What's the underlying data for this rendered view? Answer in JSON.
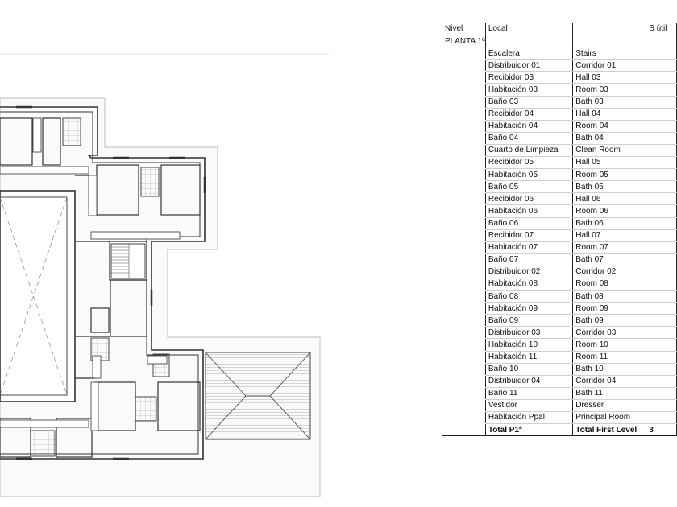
{
  "schedule": {
    "headers": {
      "level": "Nivel",
      "local": "Local",
      "translation": "",
      "area": "S útil"
    },
    "level_name": "PLANTA 1ª",
    "rows": [
      {
        "local": "Escalera",
        "translation": "Stairs"
      },
      {
        "local": "Distribuidor 01",
        "translation": "Corridor 01"
      },
      {
        "local": "Recibidor 03",
        "translation": "Hall 03"
      },
      {
        "local": "Habitación 03",
        "translation": "Room 03"
      },
      {
        "local": "Baño 03",
        "translation": "Bath 03"
      },
      {
        "local": "Recibidor 04",
        "translation": "Hall 04"
      },
      {
        "local": "Habitación 04",
        "translation": "Room 04"
      },
      {
        "local": "Baño 04",
        "translation": "Bath 04"
      },
      {
        "local": "Cuarto de Limpieza",
        "translation": "Clean Room"
      },
      {
        "local": "Recibidor 05",
        "translation": "Hall 05"
      },
      {
        "local": "Habitación 05",
        "translation": "Room 05"
      },
      {
        "local": "Baño 05",
        "translation": "Bath 05"
      },
      {
        "local": "Recibidor 06",
        "translation": "Hall 06"
      },
      {
        "local": "Habitación 06",
        "translation": "Room 06"
      },
      {
        "local": "Baño 06",
        "translation": "Bath 06"
      },
      {
        "local": "Recibidor 07",
        "translation": "Hall 07"
      },
      {
        "local": "Habitación 07",
        "translation": "Room 07"
      },
      {
        "local": "Baño 07",
        "translation": "Bath 07"
      },
      {
        "local": "Distribuidor 02",
        "translation": "Corridor 02"
      },
      {
        "local": "Habitación 08",
        "translation": "Room 08"
      },
      {
        "local": "Baño 08",
        "translation": "Bath 08"
      },
      {
        "local": "Habitación 09",
        "translation": "Room 09"
      },
      {
        "local": "Baño 09",
        "translation": "Bath 09"
      },
      {
        "local": "Distribuidor 03",
        "translation": "Corridor 03"
      },
      {
        "local": "Habitación 10",
        "translation": "Room 10"
      },
      {
        "local": "Habitación 11",
        "translation": "Room 11"
      },
      {
        "local": "Baño 10",
        "translation": "Bath 10"
      },
      {
        "local": "Distribuidor 04",
        "translation": "Corridor 04"
      },
      {
        "local": "Baño 11",
        "translation": "Bath 11"
      },
      {
        "local": "Vestidor",
        "translation": "Dresser"
      },
      {
        "local": "Habitación Ppal",
        "translation": "Principal Room"
      }
    ],
    "total": {
      "local": "Total P1ª",
      "translation": "Total First Level",
      "area": "3"
    }
  }
}
